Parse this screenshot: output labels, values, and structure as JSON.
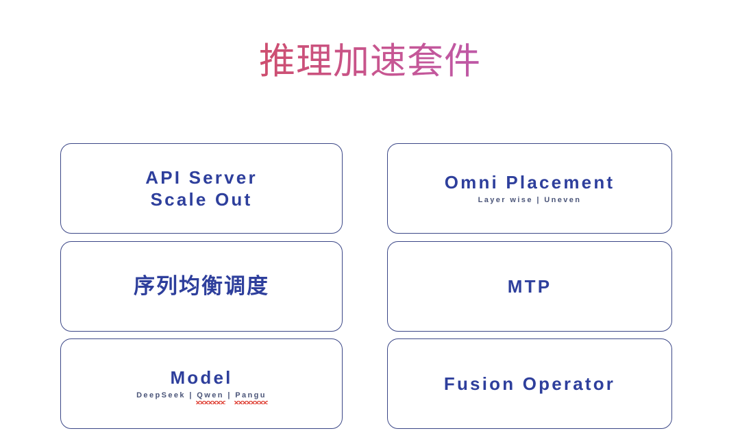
{
  "slide": {
    "title": "推理加速套件",
    "title_gradient": {
      "from": "#d9453d",
      "mid": "#c75691",
      "to": "#a959cd"
    },
    "background_color": "#ffffff",
    "accent_color": "#2e3f9c",
    "border_color": "#3a4686",
    "subtitle_color": "#4a5478",
    "spellcheck_underline_color": "#e0483c"
  },
  "cards": [
    {
      "id": "api-server-scale-out",
      "title": "API Server\nScale Out",
      "subtitle": "",
      "column": "left",
      "row": 1
    },
    {
      "id": "omni-placement",
      "title": "Omni Placement",
      "subtitle_parts": {
        "a": "Layer wise",
        "sep": "|",
        "b": "Uneven"
      },
      "subtitle": "Layer wise | Uneven",
      "column": "right",
      "row": 1
    },
    {
      "id": "sequence-balanced-scheduling",
      "title": "序列均衡调度",
      "subtitle": "",
      "column": "left",
      "row": 2
    },
    {
      "id": "mtp",
      "title": "MTP",
      "subtitle": "",
      "column": "right",
      "row": 2
    },
    {
      "id": "model",
      "title": "Model",
      "subtitle_parts": {
        "a": "DeepSeek",
        "sep1": "|",
        "b": "Qwen",
        "sep2": "|",
        "c": "Pangu"
      },
      "subtitle": "DeepSeek | Qwen | Pangu",
      "misspelled": [
        "Qwen",
        "Pangu"
      ],
      "column": "left",
      "row": 3
    },
    {
      "id": "fusion-operator",
      "title": "Fusion Operator",
      "subtitle": "",
      "column": "right",
      "row": 3
    }
  ]
}
